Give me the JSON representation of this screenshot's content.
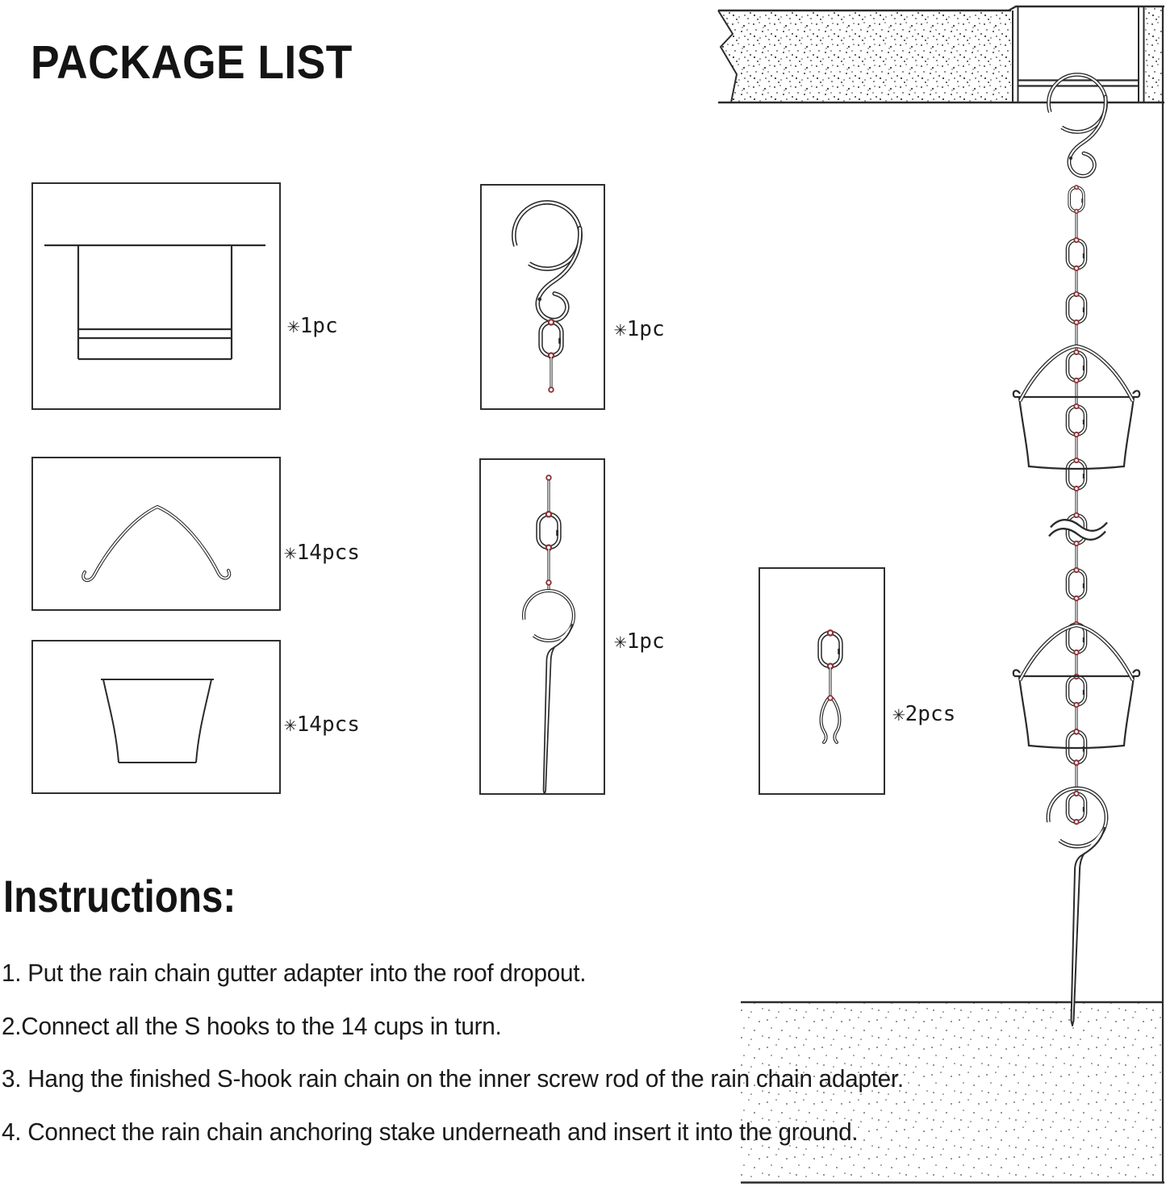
{
  "package": {
    "title": "PACKAGE LIST",
    "items": [
      {
        "icon": "gutter-adapter-drawing",
        "qty": "✳1pc"
      },
      {
        "icon": "cup-handle-clip-drawing",
        "qty": "✳14pcs"
      },
      {
        "icon": "cup-drawing",
        "qty": "✳14pcs"
      },
      {
        "icon": "s-hook-drawing",
        "qty": "✳1pc"
      },
      {
        "icon": "anchoring-stake-drawing",
        "qty": "✳1pc"
      },
      {
        "icon": "chain-link-connector-drawing",
        "qty": "✳2pcs"
      }
    ]
  },
  "instructions": {
    "title": "Instructions:",
    "steps": [
      "1. Put the rain chain gutter adapter into the roof dropout.",
      "2.Connect all the S hooks to the 14 cups in turn.",
      "3. Hang the finished S-hook rain chain on the inner screw rod of the rain chain adapter.",
      "4. Connect the rain chain anchoring stake underneath and insert it into the ground."
    ]
  },
  "diagram": {
    "name": "assembled-rain-chain-illustration"
  },
  "colors": {
    "line": "#2b2b2b",
    "accent_red": "#8a3438",
    "text": "#141414"
  }
}
